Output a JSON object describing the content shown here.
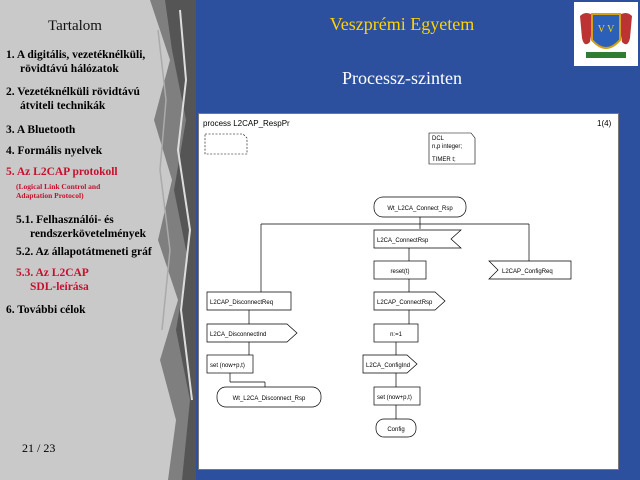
{
  "sidebar": {
    "title": "Tartalom",
    "items": [
      {
        "line1": "1. A digitális, vezetéknélküli,",
        "line2": "rövidtávú hálózatok"
      },
      {
        "line1": "2. Vezetéknélküli rövidtávú",
        "line2": "átviteli technikák"
      },
      {
        "line1": "3. A Bluetooth",
        "line2": ""
      },
      {
        "line1": "4. Formális nyelvek",
        "line2": ""
      },
      {
        "line1": "5. Az L2CAP protokoll",
        "line2": ""
      },
      {
        "line1": "(Logical Link Control and",
        "line2": "Adaptation Protocol)"
      },
      {
        "line1": "5.1. Felhasználói- és",
        "line2": "rendszerkövetelmények"
      },
      {
        "line1": "5.2. Az állapotátmeneti gráf",
        "line2": ""
      },
      {
        "line1": "5.3. Az L2CAP",
        "line2": "SDL-leírása"
      },
      {
        "line1": "6. További célok",
        "line2": ""
      }
    ],
    "page": "21 / 23"
  },
  "header": {
    "title": "Veszprémi Egyetem",
    "subtitle": "Processz-szinten",
    "logo_text": "V V"
  },
  "diagram": {
    "process_label": "process L2CAP_RespPr",
    "page_label": "1(4)",
    "dcl_lines": [
      "DCL",
      "n,p integer;",
      "TIMER t;"
    ],
    "nodes": {
      "start_state": "Wt_L2CA_Connect_Rsp",
      "connect_rsp": "L2CA_ConnectRsp",
      "reset": "reset(t)",
      "config_req": "L2CAP_ConfigReq",
      "disconnect_req": "L2CAP_DisconnectReq",
      "connect_rsp2": "L2CAP_ConnectRsp",
      "disconnect_ind": "L2CA_DisconnectInd",
      "n_assign": "n:=1",
      "set_left": "set (now+p,t)",
      "config_ind": "L2CA_ConfigInd",
      "end_state": "Wt_L2CA_Disconnect_Rsp",
      "set_right": "set (now+p,t)",
      "config_state": "Config"
    }
  },
  "colors": {
    "background": "#2c4f9e",
    "title": "#ffd400",
    "active": "#c8102e",
    "sidebar": "#c9c9c9"
  }
}
